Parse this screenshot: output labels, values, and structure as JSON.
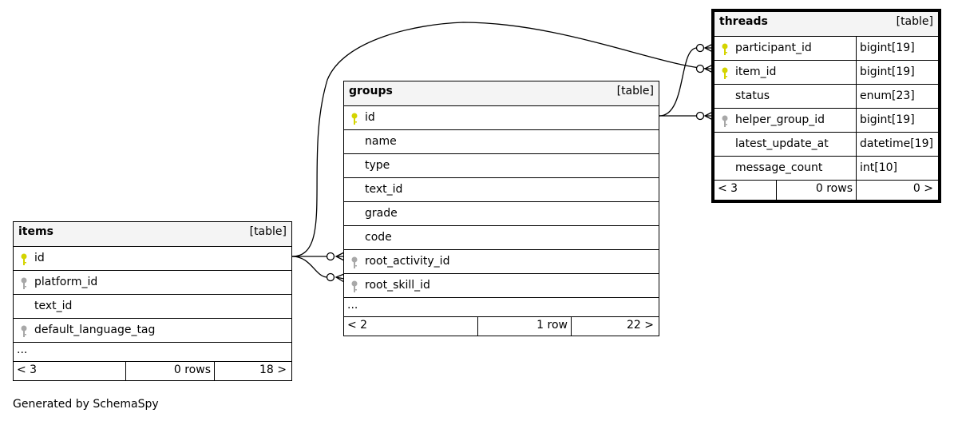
{
  "tables": {
    "items": {
      "name": "items",
      "kind": "[table]",
      "columns": [
        {
          "name": "id",
          "key": "primary"
        },
        {
          "name": "platform_id",
          "key": "foreign"
        },
        {
          "name": "text_id",
          "key": "none"
        },
        {
          "name": "default_language_tag",
          "key": "foreign"
        }
      ],
      "more": "...",
      "footer": {
        "parents": "< 3",
        "rows": "0 rows",
        "children": "18 >"
      }
    },
    "groups": {
      "name": "groups",
      "kind": "[table]",
      "columns": [
        {
          "name": "id",
          "key": "primary"
        },
        {
          "name": "name",
          "key": "none"
        },
        {
          "name": "type",
          "key": "none"
        },
        {
          "name": "text_id",
          "key": "none"
        },
        {
          "name": "grade",
          "key": "none"
        },
        {
          "name": "code",
          "key": "none"
        },
        {
          "name": "root_activity_id",
          "key": "foreign"
        },
        {
          "name": "root_skill_id",
          "key": "foreign"
        }
      ],
      "more": "...",
      "footer": {
        "parents": "< 2",
        "rows": "1 row",
        "children": "22 >"
      }
    },
    "threads": {
      "name": "threads",
      "kind": "[table]",
      "columns": [
        {
          "name": "participant_id",
          "type": "bigint[19]",
          "key": "primary"
        },
        {
          "name": "item_id",
          "type": "bigint[19]",
          "key": "primary"
        },
        {
          "name": "status",
          "type": "enum[23]",
          "key": "none"
        },
        {
          "name": "helper_group_id",
          "type": "bigint[19]",
          "key": "foreign"
        },
        {
          "name": "latest_update_at",
          "type": "datetime[19]",
          "key": "none"
        },
        {
          "name": "message_count",
          "type": "int[10]",
          "key": "none"
        }
      ],
      "footer": {
        "parents": "< 3",
        "rows": "0 rows",
        "children": "0 >"
      }
    }
  },
  "credit": "Generated by SchemaSpy",
  "colors": {
    "primary_key": "#d4d400",
    "foreign_key": "#a8a8a8",
    "header_bg": "#f4f4f4"
  }
}
